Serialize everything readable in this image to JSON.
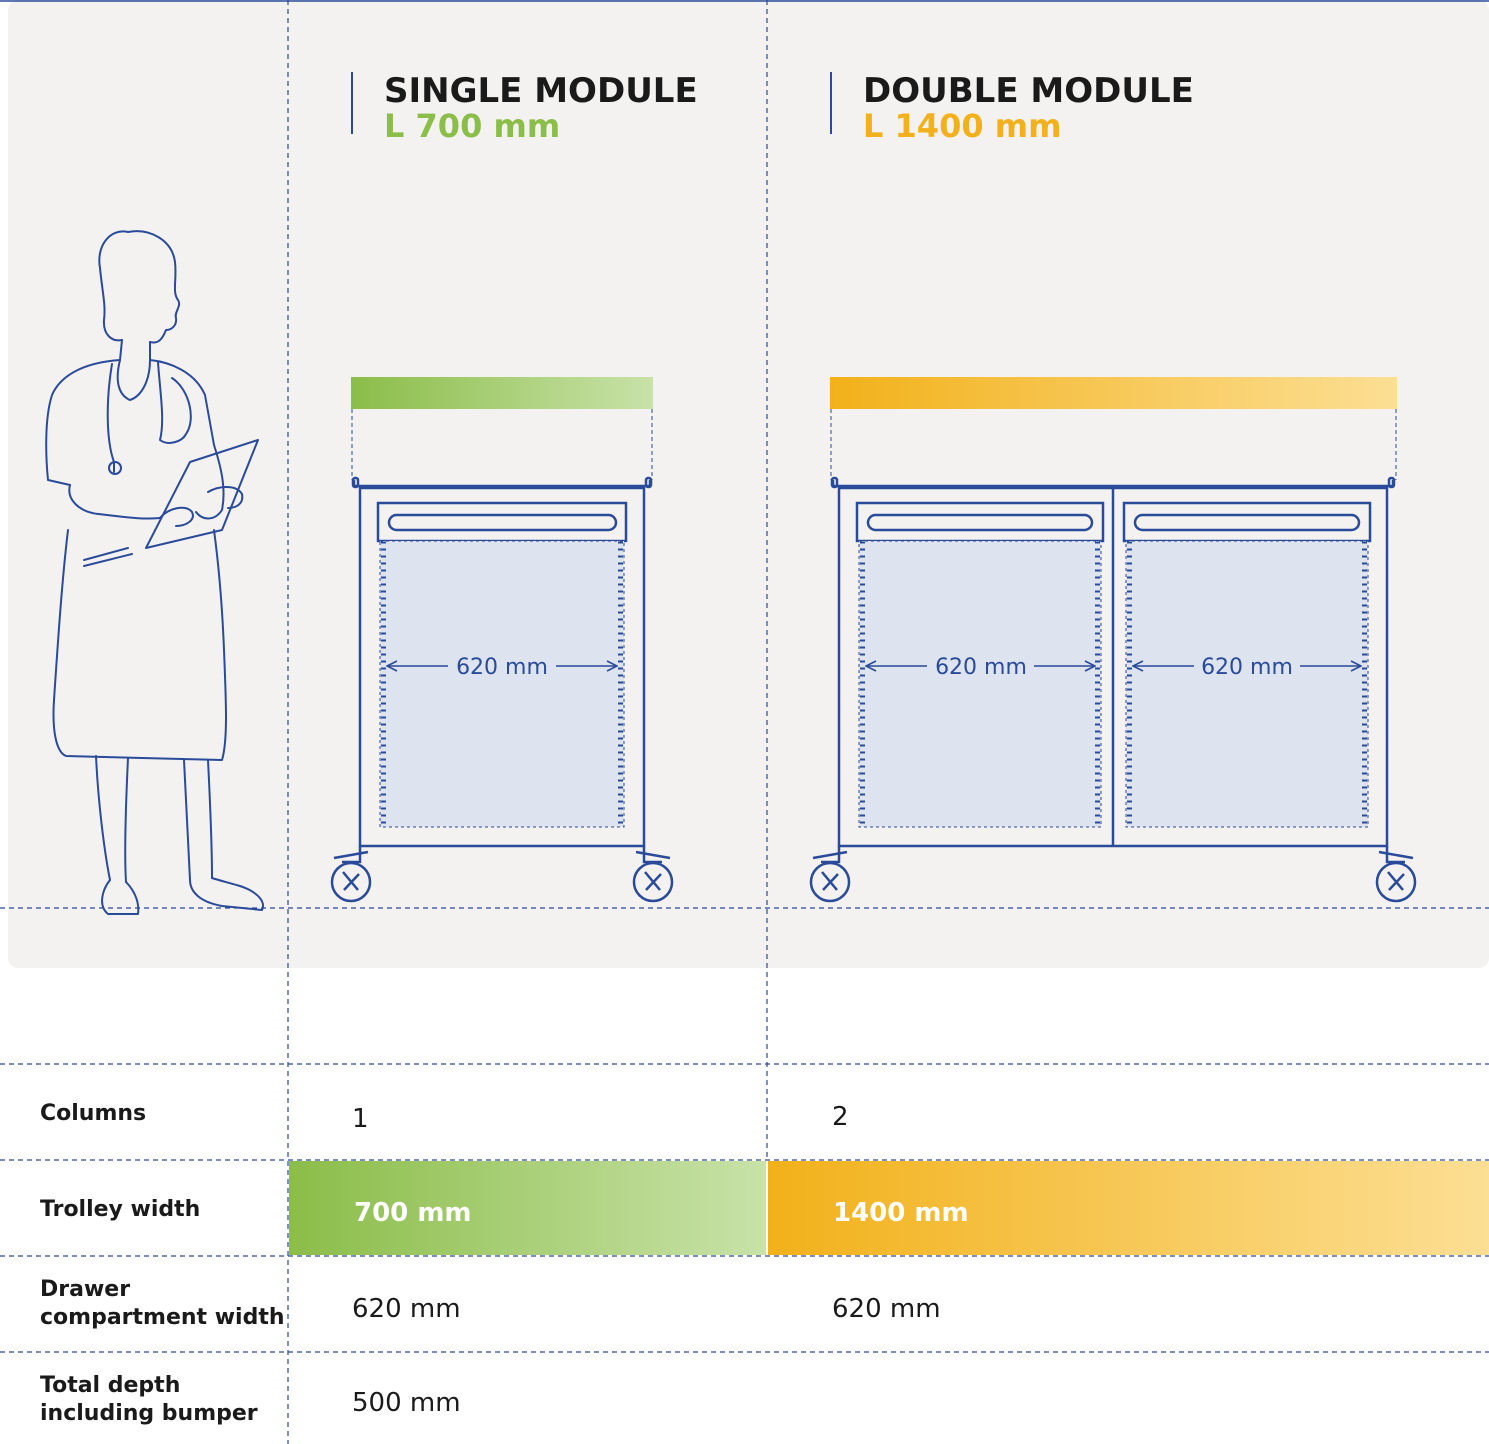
{
  "modules": [
    {
      "title": "SINGLE MODULE",
      "length": "L 700 mm",
      "color": "#8bbd49",
      "drawer_label": "620 mm"
    },
    {
      "title": "DOUBLE MODULE",
      "length": "L 1400 mm",
      "color": "#f2b11a",
      "drawer_label": "620 mm"
    }
  ],
  "table": {
    "rows": [
      {
        "label_lines": [
          "Columns"
        ],
        "values": [
          "1",
          "2"
        ]
      },
      {
        "label_lines": [
          "Trolley width"
        ],
        "values": [
          "700 mm",
          "1400 mm"
        ]
      },
      {
        "label_lines": [
          "Drawer",
          "compartment width"
        ],
        "values": [
          "620 mm",
          "620 mm"
        ]
      },
      {
        "label_lines": [
          "Total depth",
          "including bumper"
        ],
        "values": [
          "500 mm"
        ]
      }
    ]
  },
  "colors": {
    "line": "#2a4a9a",
    "panel_bg": "#f3f2f1",
    "drawer_fill": "#dde3ef",
    "green": "#8bbd49",
    "green_light": "#c8e2a8",
    "yellow": "#f2b11a",
    "yellow_light": "#fcdf94"
  }
}
